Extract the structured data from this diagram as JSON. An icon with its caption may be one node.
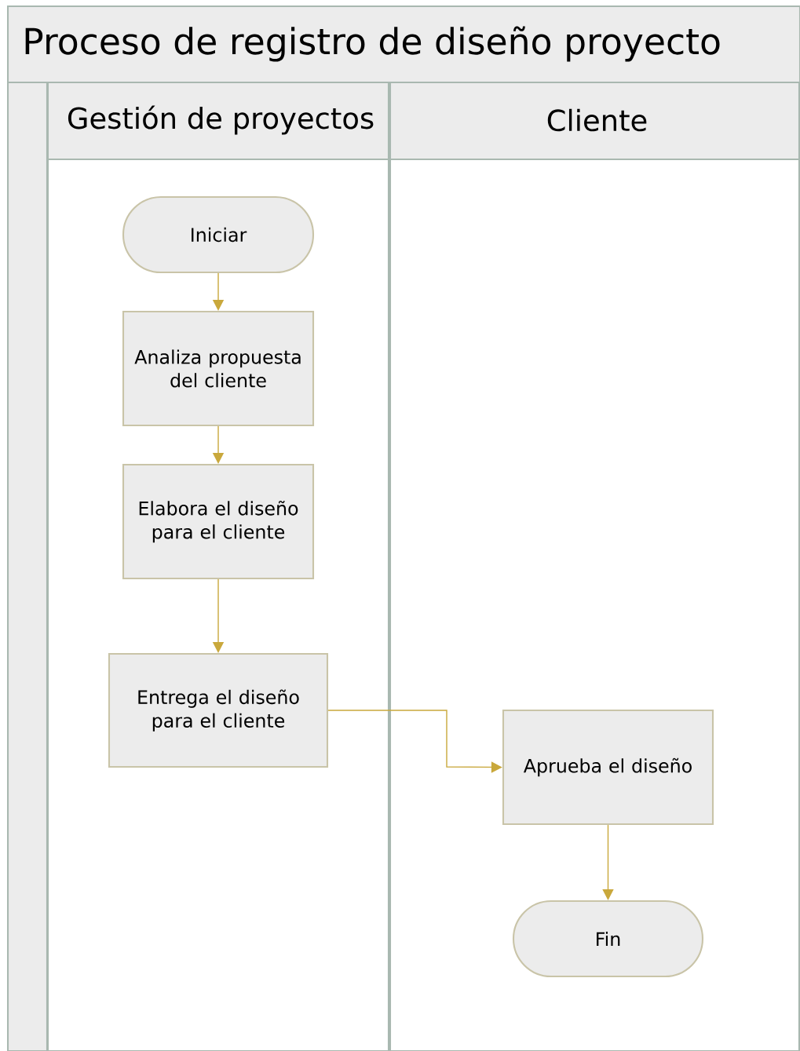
{
  "diagram": {
    "nodes": [
      {
        "text": [
          "Proceso de registro de diseño proyecto"
        ]
      },
      {
        "text": [
          "Gestión de proyectos"
        ],
        "in": 0
      },
      {
        "text": [
          "Cliente"
        ],
        "in": 0
      },
      {
        "text": [
          "Iniciar"
        ],
        "in": 1
      },
      {
        "text": [
          "Analiza propuesta del cliente"
        ],
        "in": 1
      },
      {
        "text": [
          "Elabora el diseño para el cliente"
        ],
        "in": 1
      },
      {
        "text": [
          "Entrega el diseño para el cliente"
        ],
        "in": 1
      },
      {
        "text": [
          "Aprueba el diseño"
        ],
        "in": 2
      },
      {
        "text": [
          "Fin"
        ],
        "in": 2
      }
    ],
    "edges": [
      {
        "from": 3,
        "to": 4,
        "arrow": "to"
      },
      {
        "from": 4,
        "to": 5,
        "arrow": "to"
      },
      {
        "from": 5,
        "to": 6,
        "arrow": "to"
      },
      {
        "from": 6,
        "to": 7,
        "arrow": "to"
      },
      {
        "from": 7,
        "to": 8,
        "arrow": "to"
      }
    ]
  }
}
